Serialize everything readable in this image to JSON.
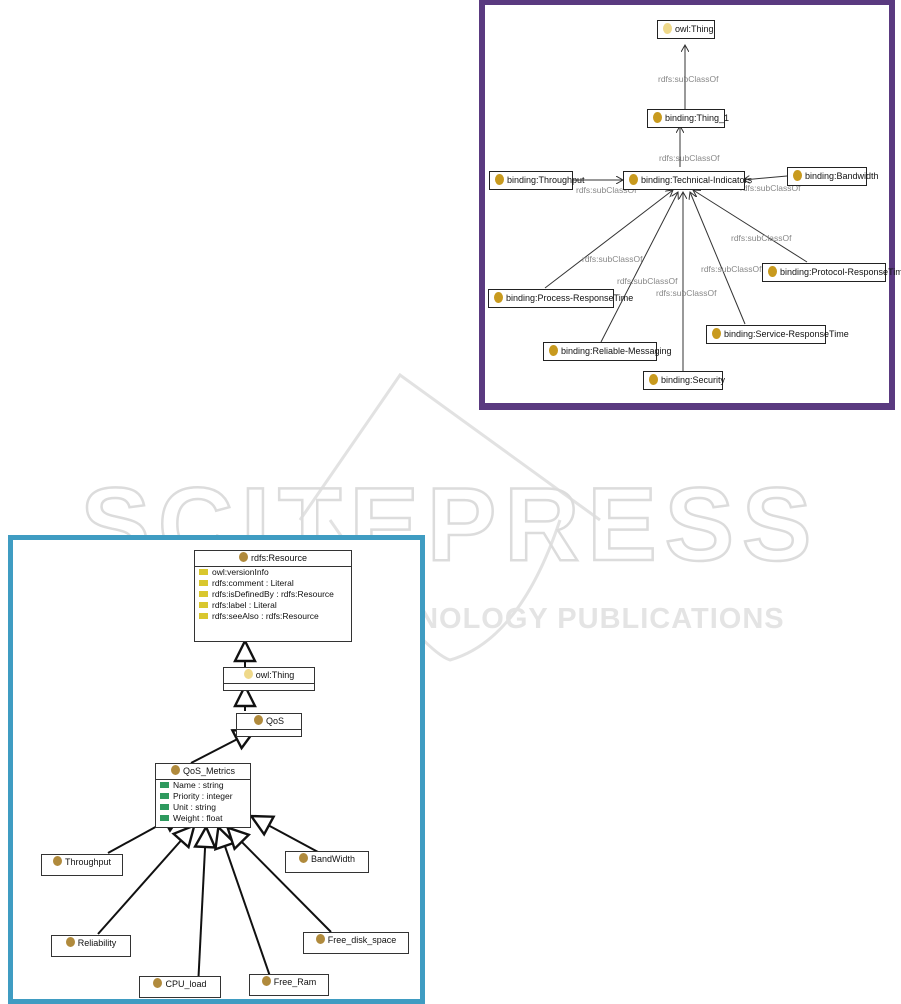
{
  "top_diagram": {
    "nodes": {
      "thing": "owl:Thing",
      "thing1": "binding:Thing_1",
      "tech": "binding:Technical-Indicators",
      "throughput": "binding:Throughput",
      "bandwidth": "binding:Bandwidth",
      "process_rt": "binding:Process-ResponseTime",
      "protocol_rt": "binding:Protocol-ResponseTime",
      "reliable_msg": "binding:Reliable-Messaging",
      "service_rt": "binding:Service-ResponseTime",
      "security": "binding:Security"
    },
    "edge_label": "rdfs:subClassOf",
    "frame_color": "#5a3a80",
    "dot_color": "#c89a1e"
  },
  "bottom_diagram": {
    "resource": {
      "title": "rdfs:Resource",
      "attributes": [
        "owl:versionInfo",
        "rdfs:comment : Literal",
        "rdfs:isDefinedBy : rdfs:Resource",
        "rdfs:label : Literal",
        "rdfs:seeAlso : rdfs:Resource"
      ]
    },
    "thing": {
      "title": "owl:Thing"
    },
    "qos": {
      "title": "QoS"
    },
    "metrics": {
      "title": "QoS_Metrics",
      "attributes": [
        "Name : string",
        "Priority : integer",
        "Unit : string",
        "Weight : float"
      ]
    },
    "leaves": {
      "throughput": "Throughput",
      "bandwidth": "BandWidth",
      "reliability": "Reliability",
      "cpu_load": "CPU_load",
      "free_ram": "Free_Ram",
      "free_disk": "Free_disk_space"
    },
    "frame_color": "#3f9cc2"
  },
  "watermark": {
    "title": "SCITEPRESS",
    "subtitle": "SCIENCE AND TECHNOLOGY PUBLICATIONS"
  }
}
